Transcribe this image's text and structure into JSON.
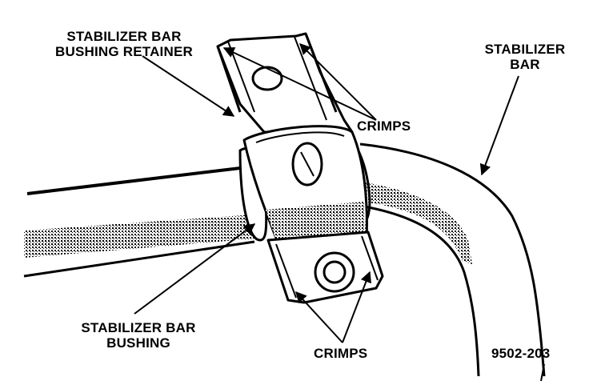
{
  "labels": {
    "retainer_line1": "STABILIZER BAR",
    "retainer_line2": "BUSHING RETAINER",
    "bar_line1": "STABILIZER",
    "bar_line2": "BAR",
    "crimps_top": "CRIMPS",
    "bushing_line1": "STABILIZER BAR",
    "bushing_line2": "BUSHING",
    "crimps_bottom": "CRIMPS",
    "figure_id": "9502-203"
  },
  "colors": {
    "ink": "#000000",
    "paper": "#ffffff",
    "shade": "#9a9a9a"
  }
}
